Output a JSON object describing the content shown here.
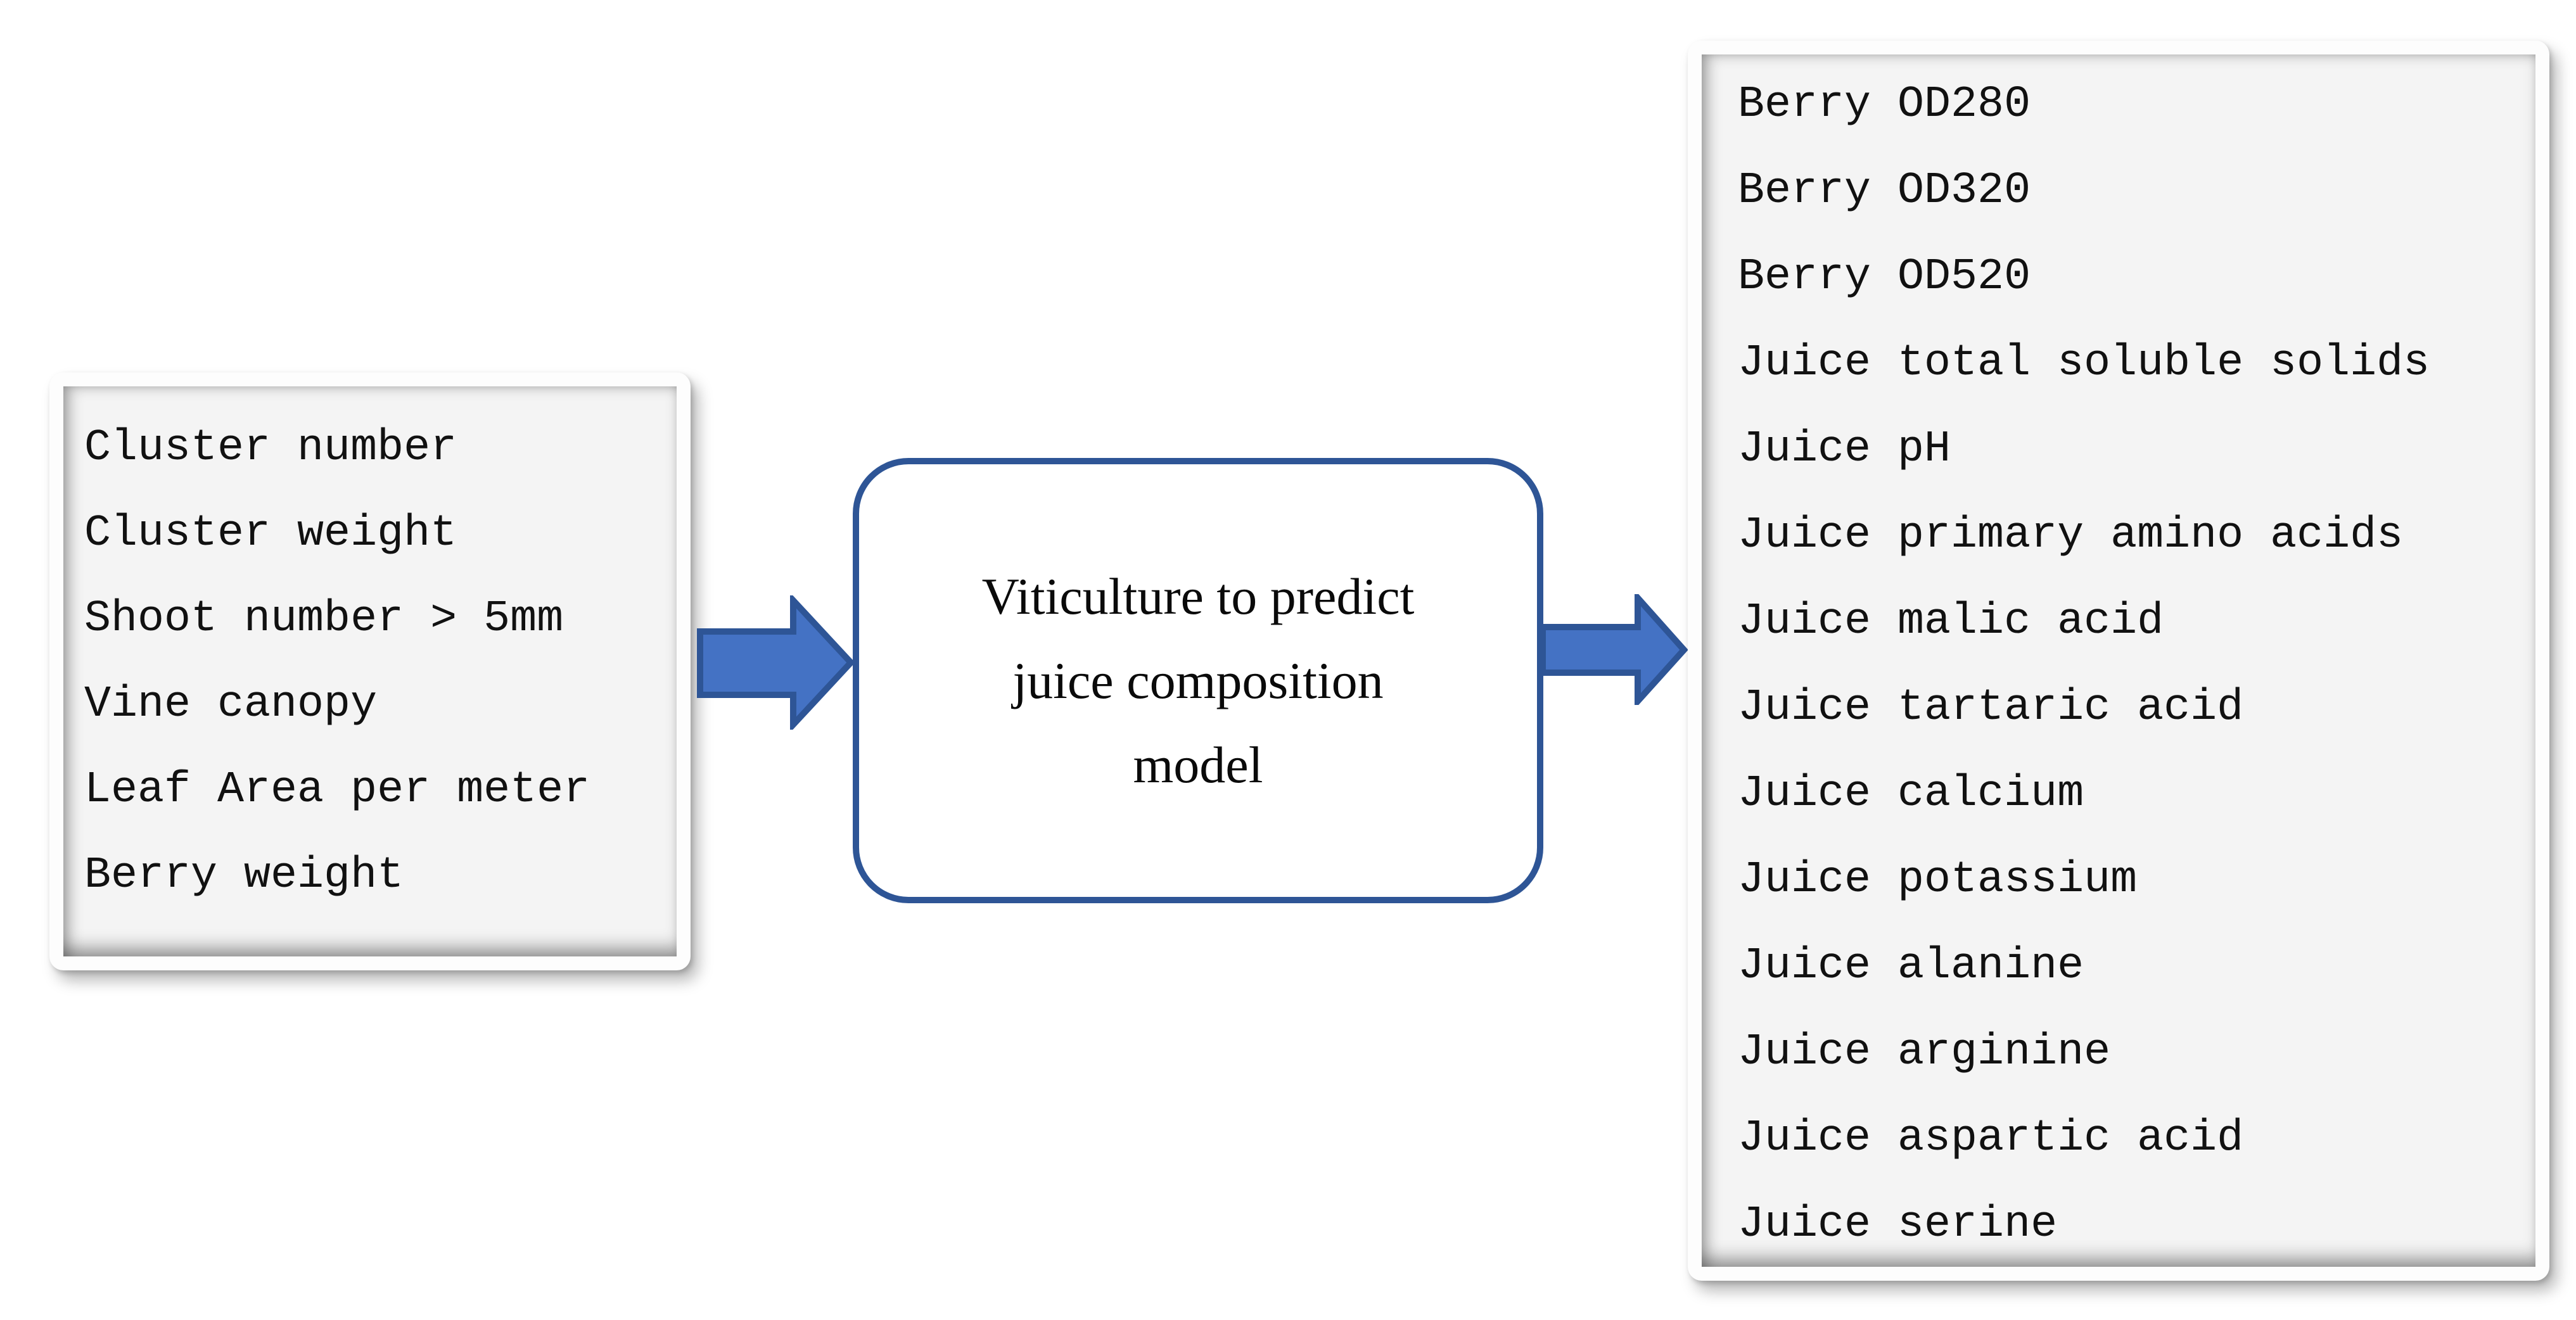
{
  "figure": {
    "inputs_panel": {
      "items": [
        "Cluster number",
        "Cluster weight",
        "Shoot number > 5mm",
        "Vine canopy",
        "Leaf Area per meter",
        "Berry weight"
      ]
    },
    "model_box": {
      "lines": [
        "Viticulture to predict",
        "juice composition",
        "model"
      ]
    },
    "outputs_panel": {
      "items": [
        "Berry OD280",
        "Berry OD320",
        "Berry OD520",
        "Juice total soluble solids",
        "Juice pH",
        "Juice primary amino acids",
        "Juice malic acid",
        "Juice tartaric acid",
        "Juice calcium",
        "Juice potassium",
        "Juice alanine",
        "Juice arginine",
        "Juice aspartic acid",
        "Juice serine"
      ]
    },
    "colors": {
      "arrow_fill": "#4472C4",
      "arrow_stroke": "#2E5596",
      "model_border": "#2E5596",
      "panel_background": "#F4F4F4"
    }
  }
}
